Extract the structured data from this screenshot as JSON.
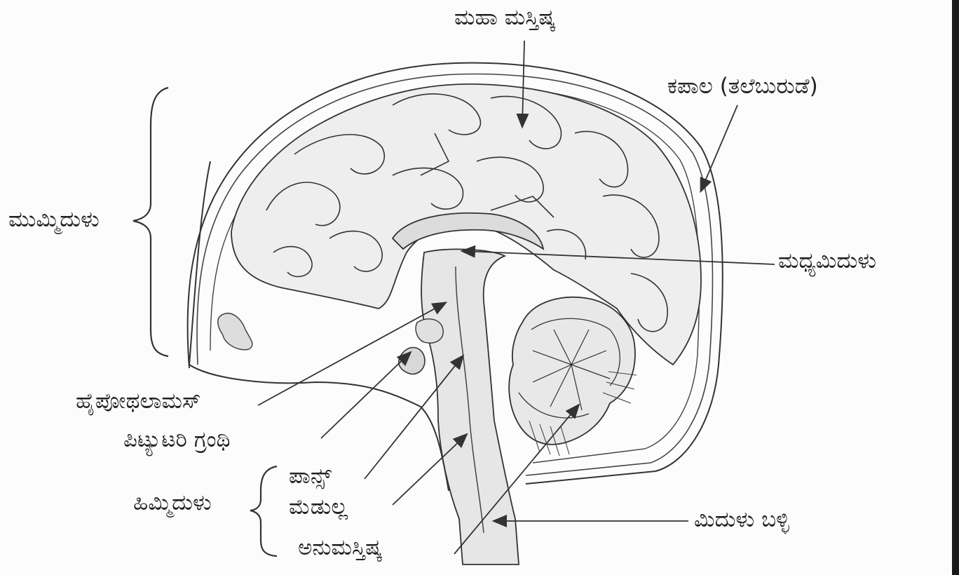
{
  "labels": {
    "cerebrum": "ಮಹಾ ಮಸ್ತಿಷ್ಕ",
    "skull": "ಕಪಾಲ (ತಲೆಬುರುಡೆ)",
    "forebrain": "ಮುಮ್ಮಿದುಳು",
    "midbrain": "ಮಧ್ಯಮಿದುಳು",
    "hypothalamus": "ಹೈಪೋಥಲಾಮಸ್",
    "pituitary": "ಪಿಟ್ಯುಟರಿ ಗ್ರಂಥಿ",
    "hindbrain": "ಹಿಮ್ಮಿದುಳು",
    "pons": "ಪಾನ್ಸ್",
    "medulla": "ಮೆಡುಲ್ಲ",
    "cerebellum": "ಅನುಮಸ್ತಿಷ್ಕ",
    "spinal_cord": "ಮಿದುಳು ಬಳ್ಳಿ"
  }
}
